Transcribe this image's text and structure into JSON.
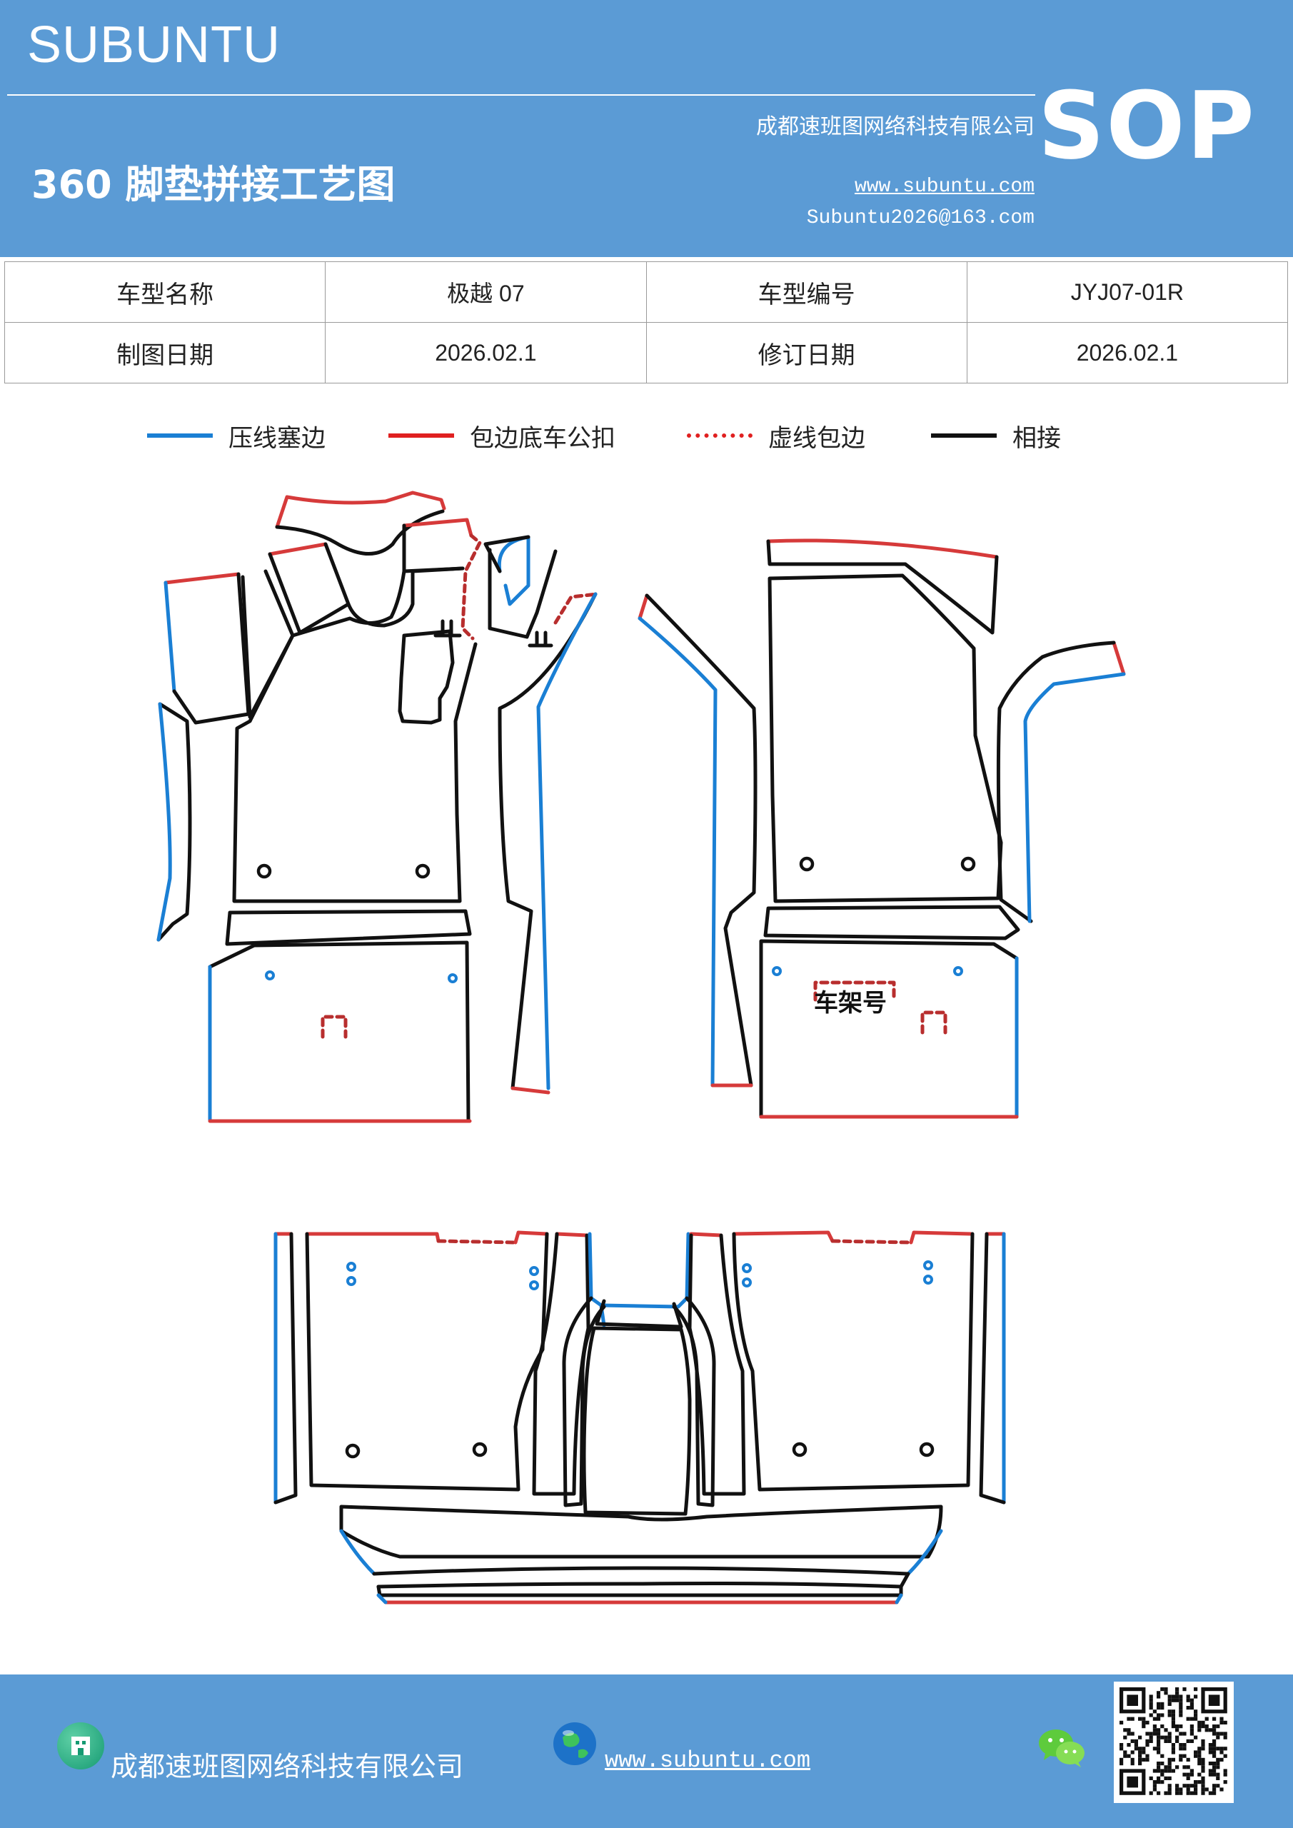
{
  "header": {
    "brand": "SUBUNTU",
    "company": "成都速班图网络科技有限公司",
    "title": "360 脚垫拼接工艺图",
    "website": "www.subuntu.com",
    "email": "Subuntu2026@163.com",
    "badge": "SOP"
  },
  "info_table": {
    "rows": [
      [
        "车型名称",
        "极越 07",
        "车型编号",
        "JYJ07-01R"
      ],
      [
        "制图日期",
        "2026.02.1",
        "修订日期",
        "2026.02.1"
      ]
    ]
  },
  "legend": [
    {
      "label": "压线塞边",
      "color": "#1a7fd4",
      "style": "solid"
    },
    {
      "label": "包边底车公扣",
      "color": "#e02020",
      "style": "solid"
    },
    {
      "label": "虚线包边",
      "color": "#e02020",
      "style": "dotted"
    },
    {
      "label": "相接",
      "color": "#111111",
      "style": "solid"
    }
  ],
  "drawing": {
    "vin_label": "车架号"
  },
  "footer": {
    "company": "成都速班图网络科技有限公司",
    "website": "www.subuntu.com",
    "icons": [
      "building-icon",
      "globe-icon",
      "wechat-icon",
      "qr-code"
    ]
  }
}
